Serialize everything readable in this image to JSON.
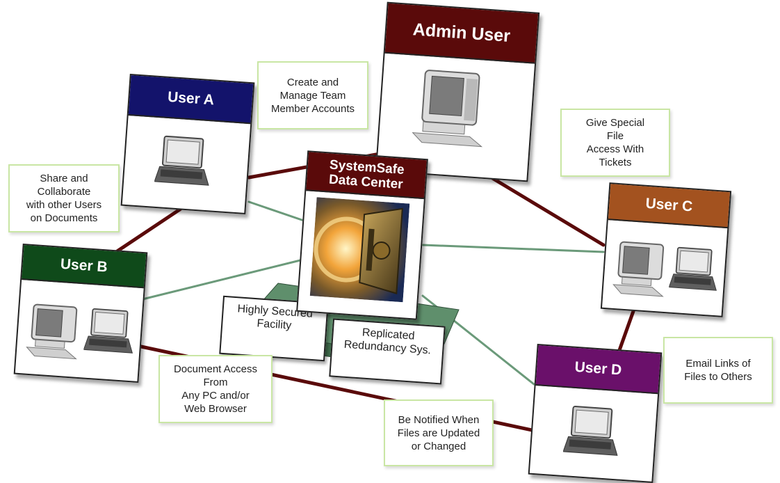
{
  "colors": {
    "admin": "#5a0a0a",
    "user_a": "#13136b",
    "user_b": "#0f4a1a",
    "user_c": "#a3521f",
    "user_d": "#6a106a",
    "data_center": "#5a0a0a",
    "admin_link": "#5a0a0a",
    "data_link": "#6b9a7a",
    "platform": "#5f8f6c",
    "note_border": "#c9e6a4"
  },
  "nodes": {
    "admin": {
      "title": "Admin User",
      "icon": "desktop-computer-icon"
    },
    "user_a": {
      "title": "User A",
      "icon": "laptop-icon"
    },
    "user_b": {
      "title": "User B",
      "icons": [
        "desktop-computer-icon",
        "laptop-icon"
      ]
    },
    "user_c": {
      "title": "User C",
      "icons": [
        "desktop-computer-icon",
        "laptop-icon"
      ]
    },
    "user_d": {
      "title": "User D",
      "icon": "laptop-icon"
    },
    "data_center": {
      "title": "SystemSafe\nData Center",
      "image": "vault-security-image",
      "platform_labels": [
        "Highly Secured\nFacility",
        "Replicated\nRedundancy Sys."
      ]
    }
  },
  "notes": {
    "manage_accounts": "Create and\nManage Team\nMember Accounts",
    "tickets": "Give Special\nFile\nAccess With\nTickets",
    "collaborate": "Share and\nCollaborate\nwith other Users\non Documents",
    "document_access": "Document Access\nFrom\nAny PC and/or\nWeb Browser",
    "notified": "Be Notified When\nFiles are Updated\nor Changed",
    "email_links": "Email Links of\nFiles to Others"
  }
}
